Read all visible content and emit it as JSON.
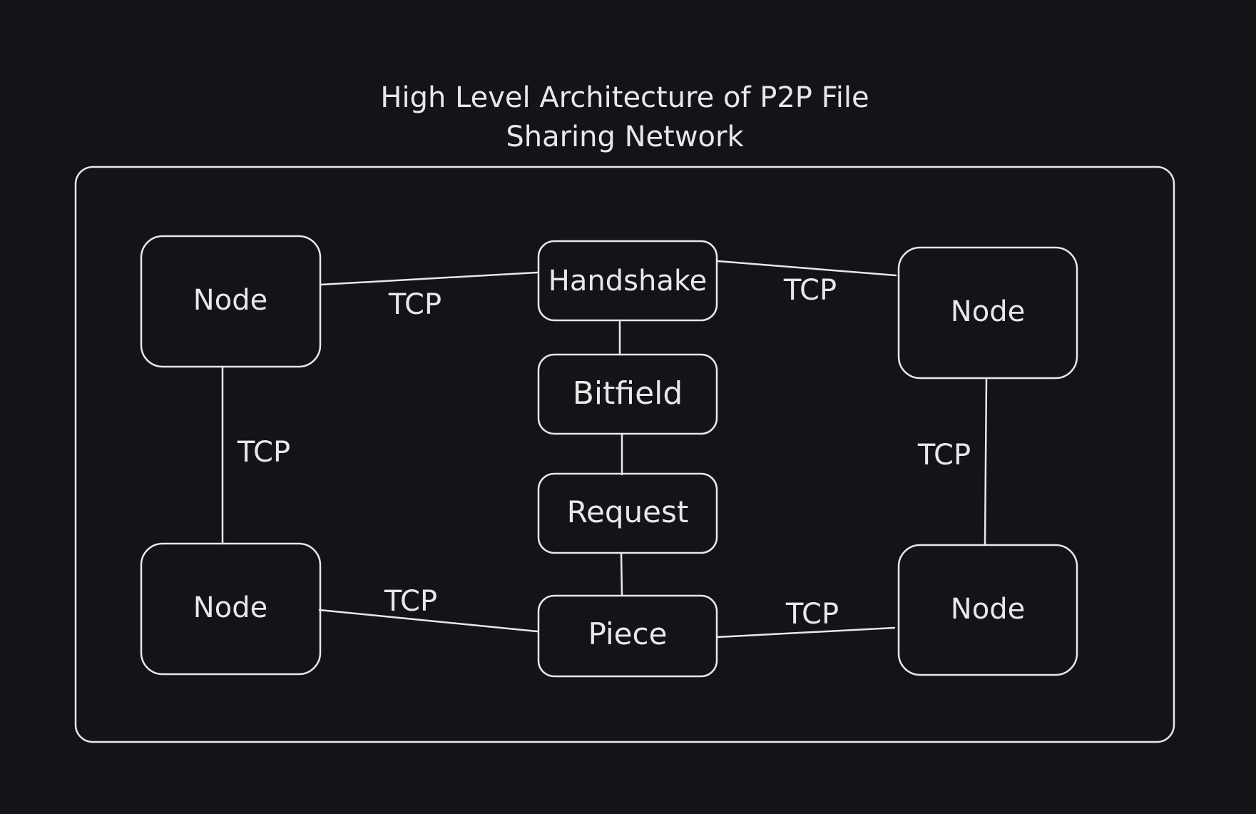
{
  "title": {
    "line1": "High Level Architecture of P2P File",
    "line2": "Sharing Network"
  },
  "nodes": {
    "top_left": "Node",
    "top_right": "Node",
    "bottom_left": "Node",
    "bottom_right": "Node"
  },
  "protocol": {
    "handshake": "Handshake",
    "bitfield": "Bitfield",
    "request": "Request",
    "piece": "Piece"
  },
  "edges": {
    "tl_handshake": "TCP",
    "handshake_tr": "TCP",
    "tl_bl": "TCP",
    "tr_br": "TCP",
    "bl_piece": "TCP",
    "piece_br": "TCP"
  },
  "colors": {
    "background": "#121418",
    "stroke": "#e8e8e8"
  }
}
